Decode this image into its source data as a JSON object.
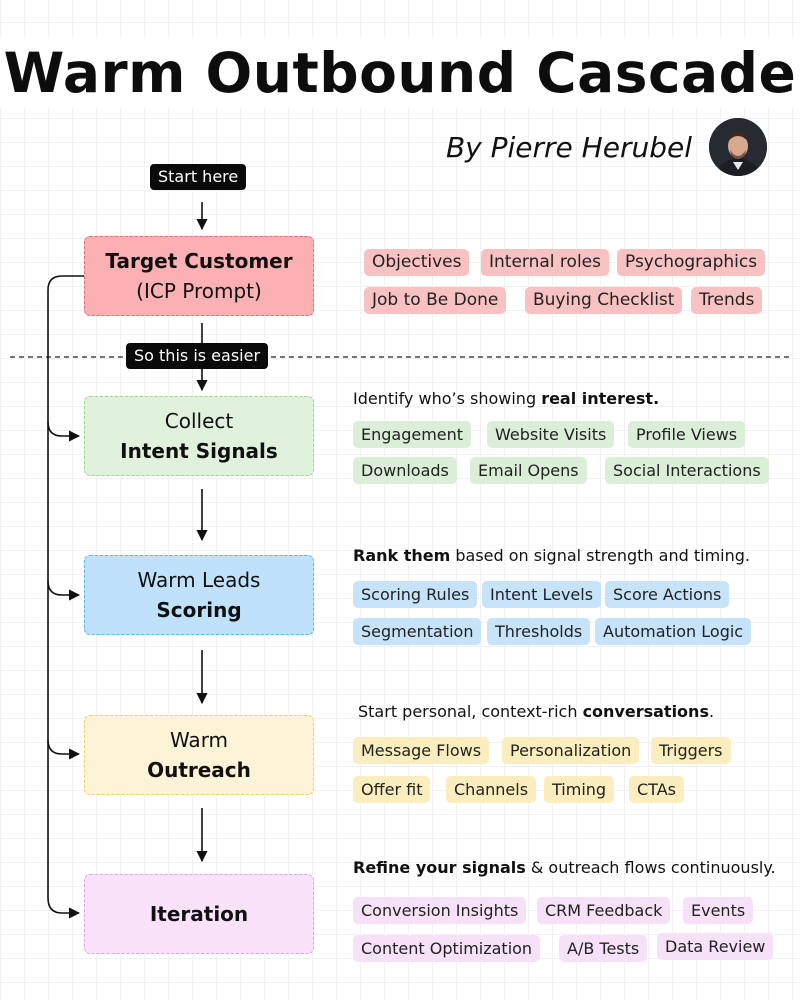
{
  "title": "Warm Outbound Cascade",
  "byline": "By Pierre Herubel",
  "start_label": "Start here",
  "divider_label": "So this is easier",
  "stages": [
    {
      "line1": "Target Customer",
      "line2": "(ICP Prompt)",
      "tags": [
        "Objectives",
        "Internal roles",
        "Psychographics",
        "Job to Be Done",
        "Buying Checklist",
        "Trends"
      ]
    },
    {
      "line1": "Collect",
      "line2": "Intent Signals",
      "desc_pre": "Identify who’s showing ",
      "desc_bold": "real interest.",
      "desc_post": "",
      "tags": [
        "Engagement",
        "Website Visits",
        "Profile Views",
        "Downloads",
        "Email Opens",
        "Social Interactions"
      ]
    },
    {
      "line1": "Warm Leads",
      "line2": "Scoring",
      "desc_pre": "",
      "desc_bold": "Rank them",
      "desc_post": " based on signal strength and timing.",
      "tags": [
        "Scoring Rules",
        "Intent Levels",
        "Score Actions",
        "Segmentation",
        "Thresholds",
        "Automation Logic"
      ]
    },
    {
      "line1": "Warm",
      "line2": "Outreach",
      "desc_pre": "Start personal, context-rich ",
      "desc_bold": "conversations",
      "desc_post": ".",
      "tags": [
        "Message Flows",
        "Personalization",
        "Triggers",
        "Offer fit",
        "Channels",
        "Timing",
        "CTAs"
      ]
    },
    {
      "line1": "Iteration",
      "desc_pre": "",
      "desc_bold": "Refine your signals",
      "desc_post": " & outreach flows continuously.",
      "tags": [
        "Conversion Insights",
        "CRM Feedback",
        "Events",
        "Content Optimization",
        "A/B Tests",
        "Data Review"
      ]
    }
  ],
  "colors": {
    "red": "#fbb0b4",
    "green": "#e0f1dc",
    "blue": "#bfe1fb",
    "yellow": "#fdf3d6",
    "purple": "#fbe2fb"
  }
}
